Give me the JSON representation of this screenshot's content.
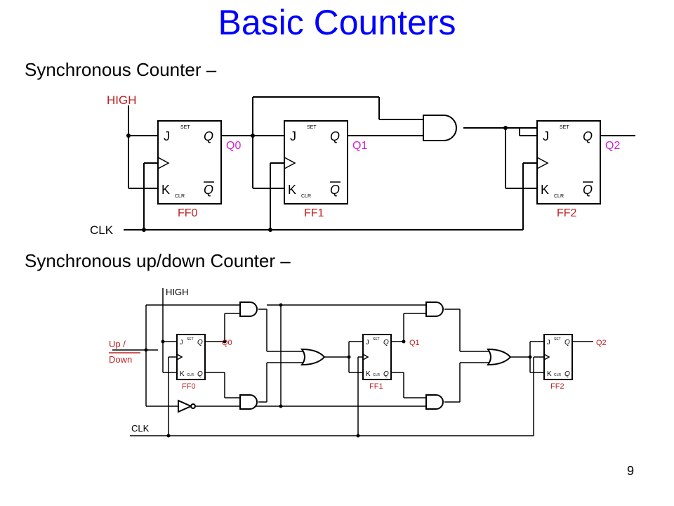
{
  "slide": {
    "title": "Basic Counters",
    "caption_sync": "Synchronous Counter –",
    "caption_updown": "Synchronous up/down Counter –",
    "page_number": "9"
  },
  "diagram1": {
    "high_label": "HIGH",
    "clk_label": "CLK",
    "ff_names": [
      "FF0",
      "FF1",
      "FF2"
    ],
    "q_labels": [
      "Q0",
      "Q1",
      "Q2"
    ],
    "pin_j": "J",
    "pin_k": "K",
    "pin_q": "Q",
    "pin_set": "SET",
    "pin_clr": "CLR",
    "colors": {
      "label_red": "#c02020",
      "q_pink": "#d020d0"
    }
  },
  "diagram2": {
    "high_label": "HIGH",
    "clk_label": "CLK",
    "updown_label_1": "Up /",
    "updown_label_2": "Down",
    "ff_names": [
      "FF0",
      "FF1",
      "FF2"
    ],
    "q_labels": [
      "Q0",
      "Q1",
      "Q2"
    ],
    "pin_j": "J",
    "pin_k": "K",
    "pin_q": "Q",
    "pin_set": "SET",
    "pin_clr": "CLR",
    "colors": {
      "label_red": "#c02020",
      "q_pink": "#d020d0"
    }
  }
}
